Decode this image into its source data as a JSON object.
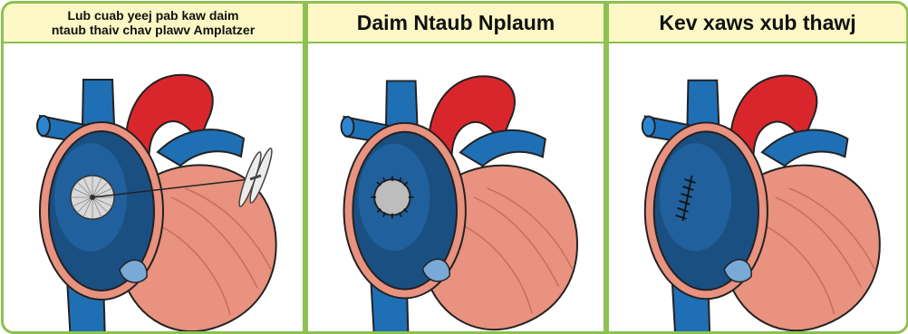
{
  "panels": [
    {
      "title_line1": "Lub cuab yeej pab kaw daim",
      "title_line2": "ntaub thaiv chav plawv Amplatzer"
    },
    {
      "title": "Daim Ntaub Nplaum"
    },
    {
      "title": "Kev xaws xub thawj"
    }
  ],
  "colors": {
    "border": "#8cc152",
    "title_bg": "#fcf7c4",
    "vessel_blue": "#1f6fb5",
    "artery_red": "#d9262d",
    "muscle": "#e8927f",
    "atrium_interior": "#1a4f82"
  },
  "icons": [
    "heart-illustration",
    "amplatzer-device-icon",
    "patch-icon",
    "suture-icon"
  ]
}
